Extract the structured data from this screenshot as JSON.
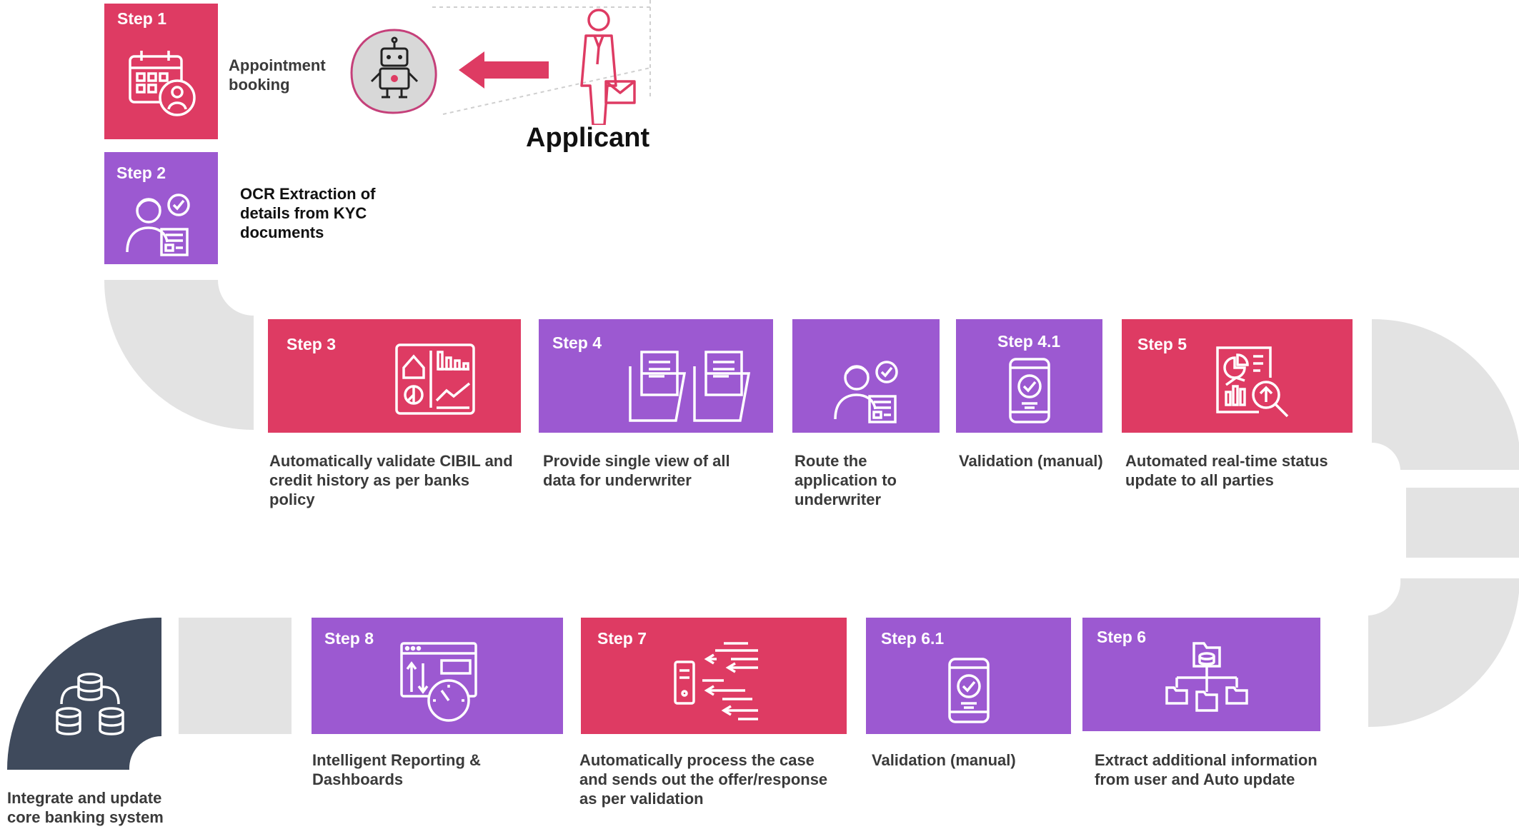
{
  "applicant": {
    "label": "Applicant"
  },
  "steps": [
    {
      "id": "step1",
      "label": "Step 1",
      "desc": "Appointment\nbooking",
      "icon": "calendar-user-icon"
    },
    {
      "id": "step2",
      "label": "Step 2",
      "desc": "OCR Extraction of\ndetails from KYC\ndocuments",
      "icon": "person-document-check-icon"
    },
    {
      "id": "step3",
      "label": "Step 3",
      "desc": "Automatically validate CIBIL and\ncredit history as per banks\npolicy",
      "icon": "dashboard-charts-icon"
    },
    {
      "id": "step4",
      "label": "Step 4",
      "desc": "Provide single view of all\ndata for underwriter",
      "icon": "folders-icon"
    },
    {
      "id": "route",
      "label": "",
      "desc": "Route the\napplication to\nunderwriter",
      "icon": "person-document-check-icon"
    },
    {
      "id": "step41",
      "label": "Step 4.1",
      "desc": "Validation (manual)",
      "icon": "phone-check-icon"
    },
    {
      "id": "step5",
      "label": "Step 5",
      "desc": "Automated real-time status\nupdate to all parties",
      "icon": "report-search-icon"
    },
    {
      "id": "step6",
      "label": "Step 6",
      "desc": "Extract additional information\nfrom user and Auto update",
      "icon": "folder-hierarchy-icon"
    },
    {
      "id": "step61",
      "label": "Step 6.1",
      "desc": "Validation (manual)",
      "icon": "phone-check-icon"
    },
    {
      "id": "step7",
      "label": "Step 7",
      "desc": "Automatically process the case\nand sends out the offer/response\nas per validation",
      "icon": "data-transfer-icon"
    },
    {
      "id": "step8",
      "label": "Step 8",
      "desc": "Intelligent Reporting &\nDashboards",
      "icon": "dashboard-gauge-icon"
    },
    {
      "id": "core",
      "label": "",
      "desc": "Integrate and update\ncore banking system",
      "icon": "database-network-icon"
    }
  ],
  "colors": {
    "pink": "#de3b63",
    "purple": "#9c59d1",
    "slate": "#3f4a5c",
    "grey": "#e3e3e3"
  }
}
